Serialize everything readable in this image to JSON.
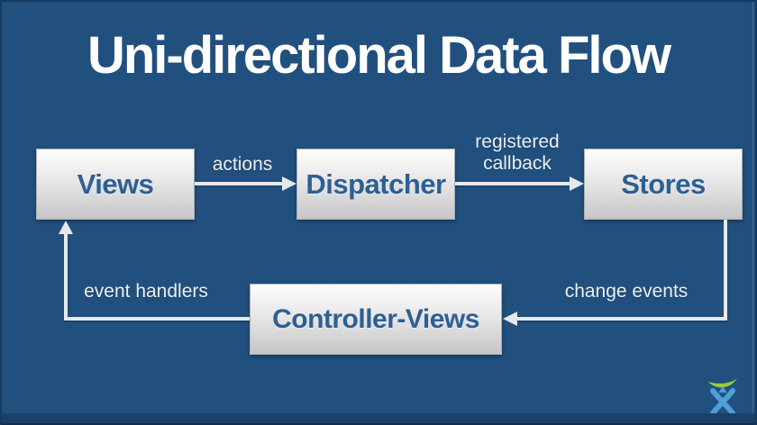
{
  "slide": {
    "title": "Uni-directional Data Flow",
    "background_color": "#21507E",
    "footer_color": "#1B4168",
    "title_color": "#FFFFFF"
  },
  "nodes": [
    {
      "id": "views",
      "label": "Views"
    },
    {
      "id": "dispatcher",
      "label": "Dispatcher"
    },
    {
      "id": "stores",
      "label": "Stores"
    },
    {
      "id": "controller-views",
      "label": "Controller-Views"
    }
  ],
  "edges": [
    {
      "from": "views",
      "to": "dispatcher",
      "label": "actions"
    },
    {
      "from": "dispatcher",
      "to": "stores",
      "label": "registered callback"
    },
    {
      "from": "stores",
      "to": "controller-views",
      "label": "change events"
    },
    {
      "from": "controller-views",
      "to": "views",
      "label": "event handlers"
    }
  ],
  "styles": {
    "node_fill_top": "#FDFDFD",
    "node_fill_bottom": "#C6C6C6",
    "node_text_color": "#2D5F94",
    "edge_color": "#E6E9EC",
    "edge_label_color": "#EAEFF4"
  },
  "logo": {
    "name": "atlassian-logo",
    "arc_color": "#9ACA3B",
    "figure_color": "#4E9FD5"
  }
}
